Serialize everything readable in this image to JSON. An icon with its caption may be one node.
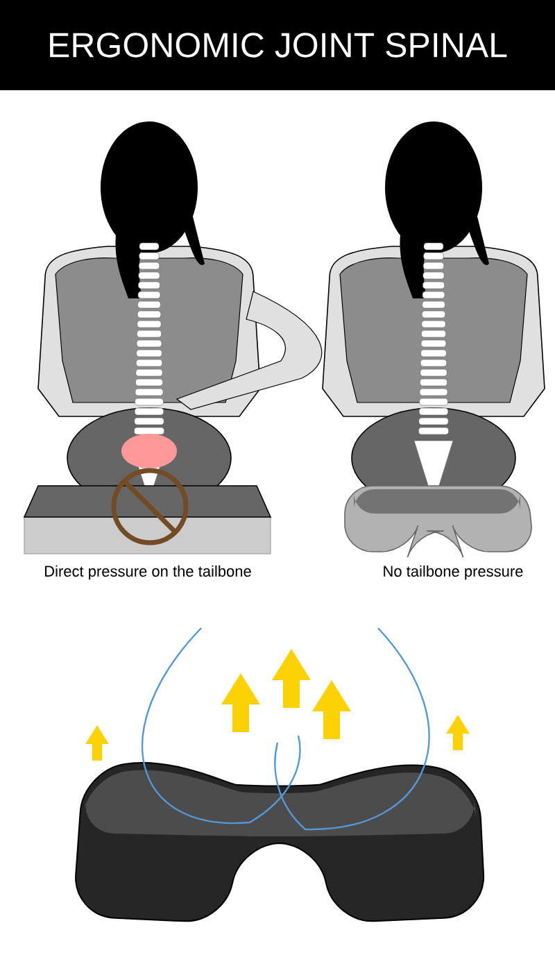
{
  "diagram": {
    "title": "ERGONOMIC JOINT SPINAL",
    "labels": [
      "Direct pressure on the tailbone",
      "No tailbone pressure"
    ]
  }
}
